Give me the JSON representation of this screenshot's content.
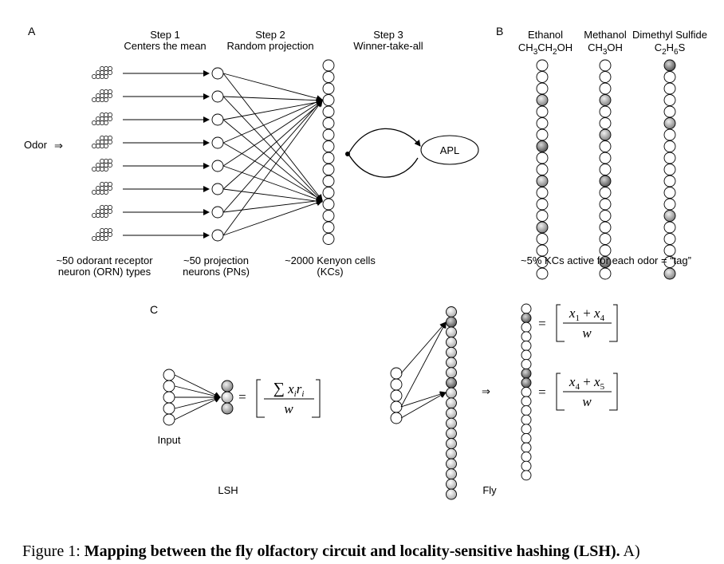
{
  "panel_a": {
    "label": "A",
    "step1_title": "Step 1",
    "step1_sub": "Centers the mean",
    "step2_title": "Step 2",
    "step2_sub": "Random projection",
    "step3_title": "Step 3",
    "step3_sub": "Winner-take-all",
    "odor_label": "Odor",
    "odor_arrow": "⇒",
    "apl_label": "APL",
    "orn_label_1": "~50 odorant receptor",
    "orn_label_2": "neuron (ORN) types",
    "pn_label_1": "~50 projection",
    "pn_label_2": "neurons (PNs)",
    "kc_label_1": "~2000 Kenyon cells",
    "kc_label_2": "(KCs)"
  },
  "panel_b": {
    "label": "B",
    "col1_name": "Ethanol",
    "col1_formula": "CH3CH2OH",
    "col2_name": "Methanol",
    "col2_formula": "CH3OH",
    "col3_name": "Dimethyl Sulfide",
    "col3_formula": "C2H6S",
    "footer": "~5% KCs active for each odor = “tag”",
    "tags": [
      [
        0,
        0,
        0,
        1,
        0,
        0,
        0,
        2,
        0,
        0,
        1,
        0,
        0,
        0,
        1,
        0,
        0,
        0,
        0
      ],
      [
        0,
        0,
        0,
        1,
        0,
        0,
        1,
        0,
        0,
        0,
        2,
        0,
        0,
        0,
        0,
        0,
        0,
        2,
        0
      ],
      [
        2,
        0,
        0,
        0,
        0,
        1,
        0,
        0,
        0,
        0,
        0,
        0,
        0,
        1,
        0,
        0,
        0,
        0,
        1
      ]
    ]
  },
  "panel_c": {
    "label": "C",
    "input_label": "Input",
    "lsh_label": "LSH",
    "fly_label": "Fly",
    "implies_arrow": "⇒",
    "eq_sum_numer": "∑ x_i r_i",
    "eq_denom": "w",
    "eq1_numer": "x1 + x4",
    "eq2_numer": "x4 + x5"
  },
  "caption": {
    "prefix": "Figure 1:",
    "bold": "Mapping between the fly olfactory circuit and locality-sensitive hashing (LSH).",
    "suffix": "A)"
  }
}
